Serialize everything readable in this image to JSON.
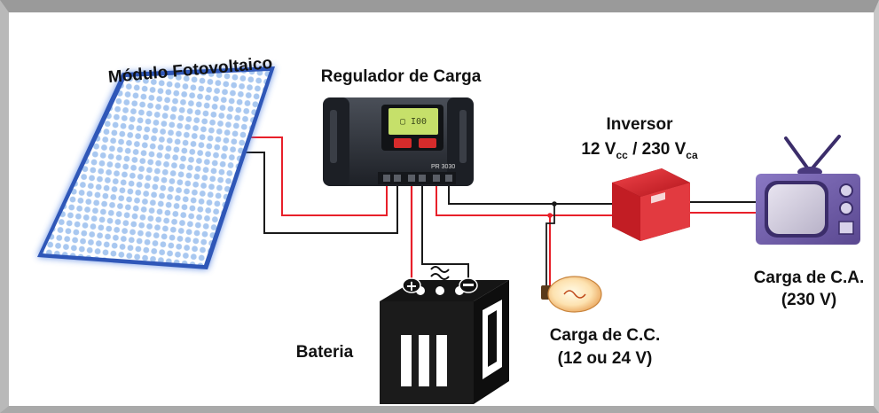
{
  "labels": {
    "module": "Módulo Fotovoltaico",
    "regulator": "Regulador de Carga",
    "inverter_title": "Inversor",
    "inverter_spec": {
      "v1": "12 V",
      "sub1": "cc",
      "sep": " / 230 V",
      "sub2": "ca"
    },
    "battery": "Bateria",
    "dc_load_line1": "Carga de C.C.",
    "dc_load_line2": "(12 ou 24 V)",
    "ac_load_line1": "Carga de C.A.",
    "ac_load_line2": "(230 V)"
  },
  "regulator_model": "PR 3030",
  "colors": {
    "positive_wire": "#e8202a",
    "negative_wire": "#1a1a1a",
    "panel_cell": "#a9c8f0",
    "panel_glow": "#4f7fe0",
    "inverter": "#d9272e",
    "tv": "#6f5ca8",
    "regulator": "#2b2f36",
    "lcd": "#c6e06a"
  }
}
